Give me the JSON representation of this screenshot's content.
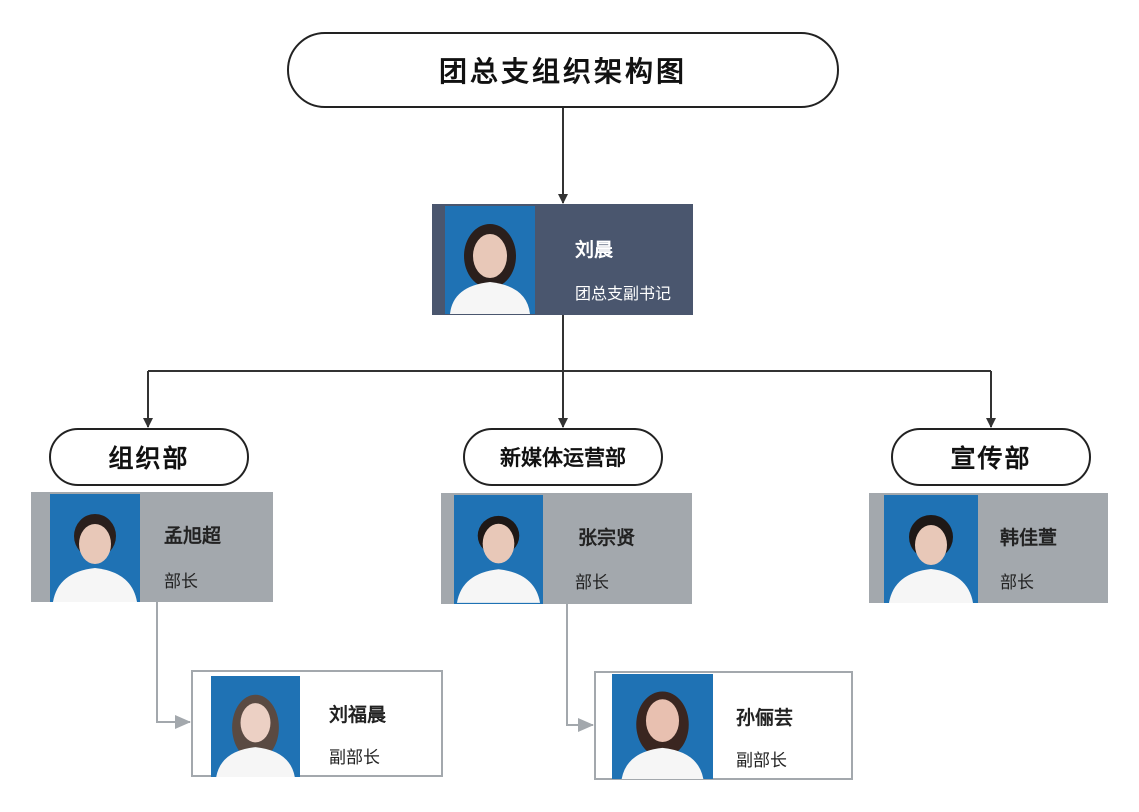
{
  "title": "团总支组织架构图",
  "leader": {
    "name": "刘晨",
    "role": "团总支副书记"
  },
  "departments": [
    {
      "label": "组织部",
      "head": {
        "name": "孟旭超",
        "role": "部长"
      },
      "deputy": {
        "name": "刘福晨",
        "role": "副部长"
      }
    },
    {
      "label": "新媒体运营部",
      "head": {
        "name": "张宗贤",
        "role": "部长"
      },
      "deputy": {
        "name": "孙俪芸",
        "role": "副部长"
      }
    },
    {
      "label": "宣传部",
      "head": {
        "name": "韩佳萱",
        "role": "部长"
      }
    }
  ],
  "colors": {
    "leader_card": "#4a566e",
    "head_card": "#a3a8ad",
    "photo_bg": "#1f72b4",
    "connector_dark": "#333333",
    "connector_gray": "#a3a8ad"
  }
}
